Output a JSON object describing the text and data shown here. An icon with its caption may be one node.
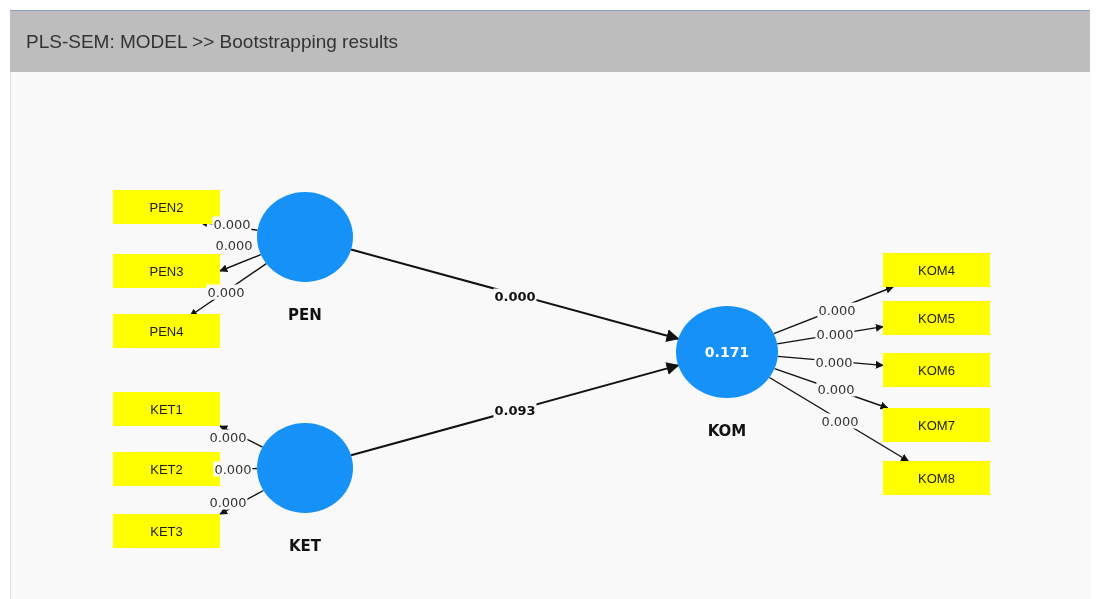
{
  "diagram": {
    "title": "PLS-SEM: MODEL >> Bootstrapping results",
    "nodes": [
      {
        "text": [
          "PEN"
        ]
      },
      {
        "text": [
          "PEN2"
        ]
      },
      {
        "text": [
          "PEN3"
        ]
      },
      {
        "text": [
          "PEN4"
        ]
      },
      {
        "text": [
          "KET"
        ]
      },
      {
        "text": [
          "KET1"
        ]
      },
      {
        "text": [
          "KET2"
        ]
      },
      {
        "text": [
          "KET3"
        ]
      },
      {
        "text": [
          "0.171",
          "KOM"
        ]
      },
      {
        "text": [
          "KOM4"
        ]
      },
      {
        "text": [
          "KOM5"
        ]
      },
      {
        "text": [
          "KOM6"
        ]
      },
      {
        "text": [
          "KOM7"
        ]
      },
      {
        "text": [
          "KOM8"
        ]
      }
    ],
    "edges": [
      {
        "from": 0,
        "to": 1,
        "arrow": "to",
        "label": "0.000"
      },
      {
        "from": 0,
        "to": 2,
        "arrow": "to",
        "label": "0.000"
      },
      {
        "from": 0,
        "to": 3,
        "arrow": "to",
        "label": "0.000"
      },
      {
        "from": 4,
        "to": 5,
        "arrow": "to",
        "label": "0.000"
      },
      {
        "from": 4,
        "to": 6,
        "arrow": "to",
        "label": "0.000"
      },
      {
        "from": 4,
        "to": 7,
        "arrow": "to",
        "label": "0.000"
      },
      {
        "from": 0,
        "to": 8,
        "arrow": "to",
        "label": "0.000"
      },
      {
        "from": 4,
        "to": 8,
        "arrow": "to",
        "label": "0.093"
      },
      {
        "from": 8,
        "to": 9,
        "arrow": "to",
        "label": "0.000"
      },
      {
        "from": 8,
        "to": 10,
        "arrow": "to",
        "label": "0.000"
      },
      {
        "from": 8,
        "to": 11,
        "arrow": "to",
        "label": "0.000"
      },
      {
        "from": 8,
        "to": 12,
        "arrow": "to",
        "label": "0.000"
      },
      {
        "from": 8,
        "to": 13,
        "arrow": "to",
        "label": "0.000"
      }
    ]
  }
}
